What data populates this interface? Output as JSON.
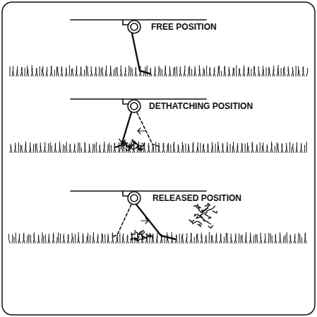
{
  "diagram": {
    "labels": [
      "FREE POSITION",
      "DETHATCHING POSITION",
      "RELEASED POSITION"
    ]
  }
}
